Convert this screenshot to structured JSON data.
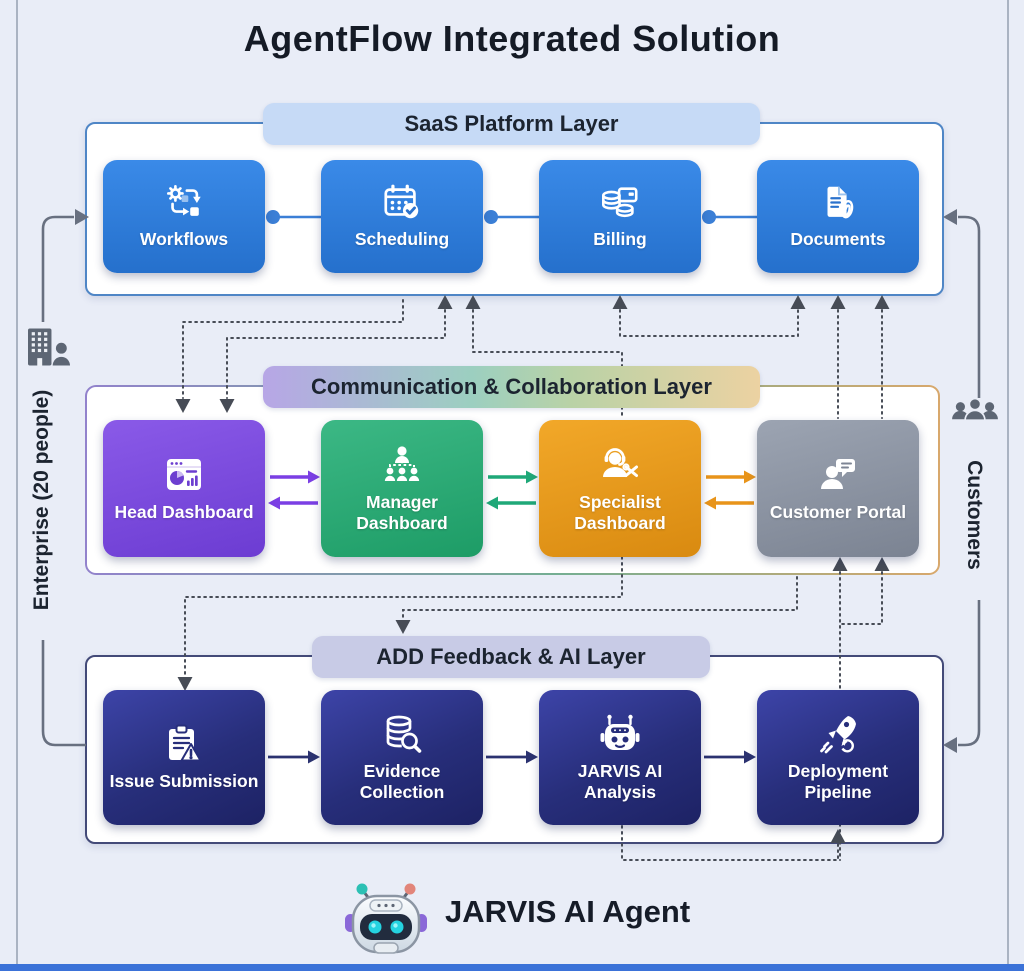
{
  "title": "AgentFlow Integrated Solution",
  "layers": {
    "saas": {
      "label": "SaaS Platform Layer",
      "nodes": [
        {
          "label": "Workflows",
          "icon": "workflow-gear-icon"
        },
        {
          "label": "Scheduling",
          "icon": "calendar-check-icon"
        },
        {
          "label": "Billing",
          "icon": "coins-card-icon"
        },
        {
          "label": "Documents",
          "icon": "document-paperclip-icon"
        }
      ]
    },
    "communication": {
      "label": "Communication & Collaboration Layer",
      "nodes": [
        {
          "label": "Head Dashboard",
          "icon": "analytics-dashboard-icon",
          "color": "#7a4ce0"
        },
        {
          "label": "Manager Dashboard",
          "icon": "org-chart-icon",
          "color": "#27a873"
        },
        {
          "label": "Specialist Dashboard",
          "icon": "support-agent-icon",
          "color": "#e9990f"
        },
        {
          "label": "Customer Portal",
          "icon": "user-chat-icon",
          "color": "#8a93a2"
        }
      ]
    },
    "feedback": {
      "label": "ADD Feedback & AI Layer",
      "nodes": [
        {
          "label": "Issue Submission",
          "icon": "clipboard-alert-icon"
        },
        {
          "label": "Evidence Collection",
          "icon": "database-search-icon"
        },
        {
          "label": "JARVIS AI Analysis",
          "icon": "robot-icon"
        },
        {
          "label": "Deployment Pipeline",
          "icon": "rocket-deploy-icon"
        }
      ]
    }
  },
  "annotations": {
    "left": "Enterprise (20 people)",
    "right": "Customers"
  },
  "footer": {
    "label": "JARVIS AI Agent"
  },
  "colors": {
    "background": "#e9edf7",
    "saas_node": "#2e7bd9",
    "head_dashboard": "#7a4ce0",
    "manager_dashboard": "#27a873",
    "specialist_dashboard": "#e9990f",
    "customer_portal": "#8a93a2",
    "ai_node": "#272e7a",
    "flow_line": "#687080",
    "dashed_line": "#474c56",
    "saas_pill": "#c6daf6",
    "feedback_pill": "#c8cbe6"
  }
}
